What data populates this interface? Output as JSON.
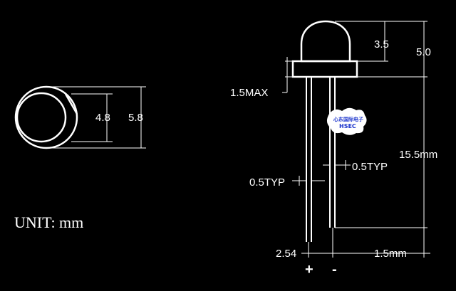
{
  "colors": {
    "background": "#000000",
    "lines": "#ffffff",
    "logo_text": "#1a33cc",
    "logo_badge": "#ffffff"
  },
  "top_view": {
    "inner_diameter": "4.8",
    "outer_diameter": "5.8"
  },
  "unit_label": "UNIT: mm",
  "side_view": {
    "dome_height": "3.5",
    "total_head_height": "5.0",
    "flange_thickness": "1.5MAX",
    "lead_length": "15.5mm",
    "lead_width_left": "0.5TYP",
    "lead_width_right": "0.5TYP",
    "lead_spacing": "2.54",
    "lead_offset": "1.5mm",
    "plus_label": "+",
    "minus_label": "-"
  },
  "watermark": {
    "line1": "心东国际电子",
    "line2": "HSEC"
  }
}
